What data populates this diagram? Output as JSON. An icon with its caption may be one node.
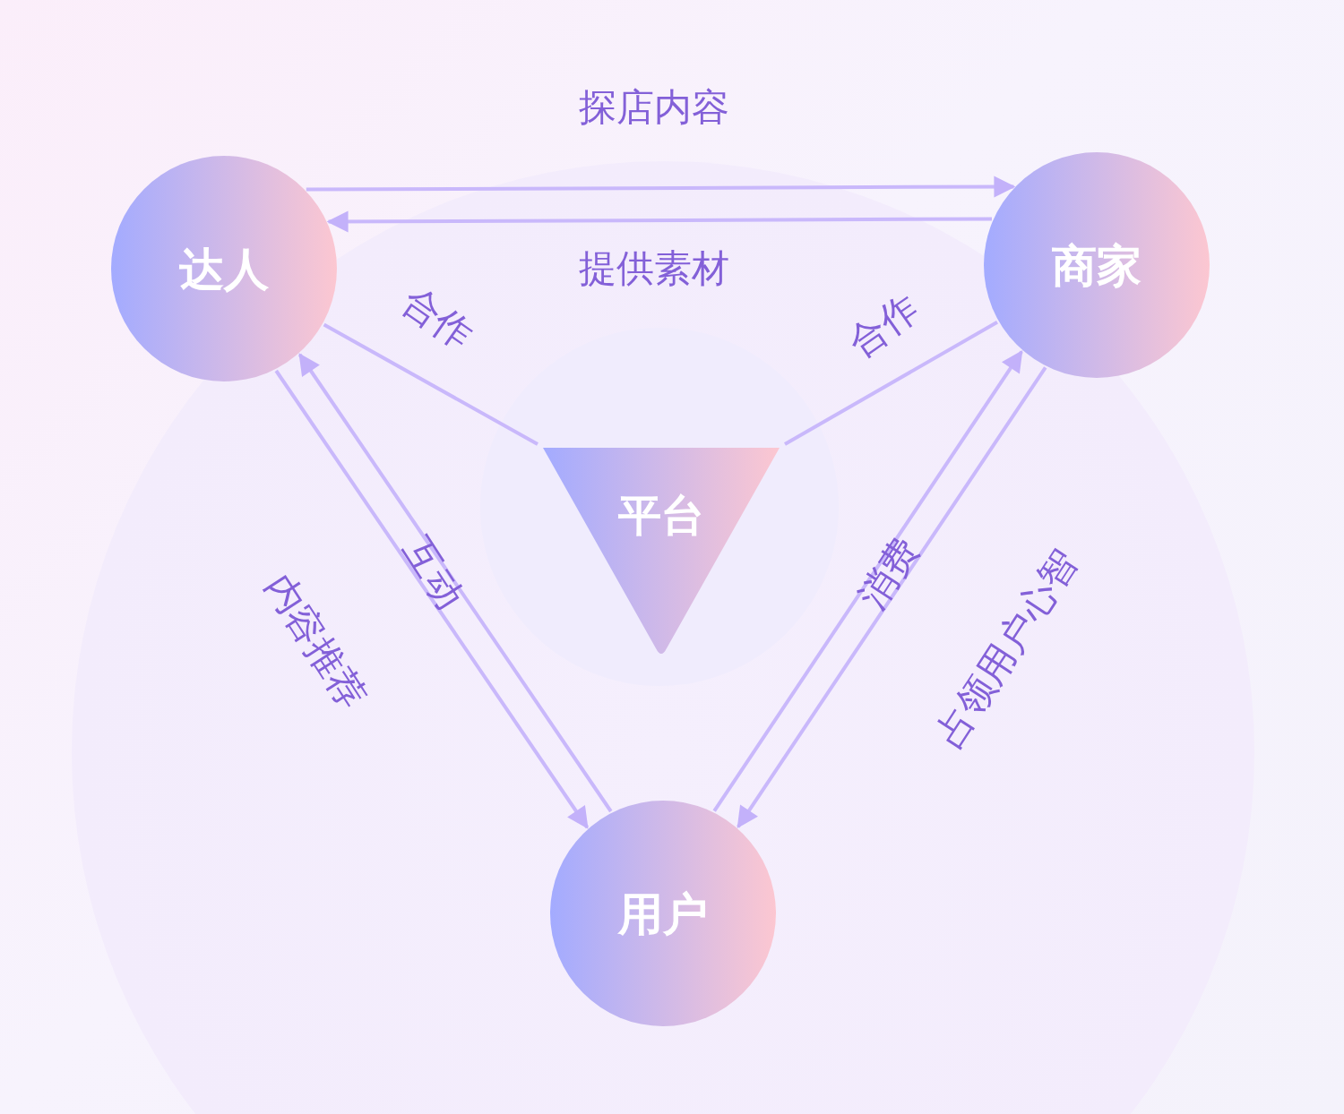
{
  "diagram": {
    "nodes": [
      {
        "text": [
          "达人"
        ]
      },
      {
        "text": [
          "商家"
        ]
      },
      {
        "text": [
          "平台"
        ]
      },
      {
        "text": [
          "用户"
        ]
      }
    ],
    "edges": [
      {
        "from": 0,
        "to": 1,
        "arrow": "to",
        "label": "探店内容"
      },
      {
        "from": 1,
        "to": 0,
        "arrow": "to",
        "label": "提供素材"
      },
      {
        "from": 0,
        "to": 2,
        "arrow": "none",
        "label": "合作"
      },
      {
        "from": 1,
        "to": 2,
        "arrow": "none",
        "label": "合作"
      },
      {
        "from": 3,
        "to": 0,
        "arrow": "to",
        "label": "互动"
      },
      {
        "from": 0,
        "to": 3,
        "arrow": "to",
        "label": "内容推荐"
      },
      {
        "from": 3,
        "to": 1,
        "arrow": "to",
        "label": "消费"
      },
      {
        "from": 1,
        "to": 3,
        "arrow": "to",
        "label": "占领用户心智"
      }
    ]
  }
}
